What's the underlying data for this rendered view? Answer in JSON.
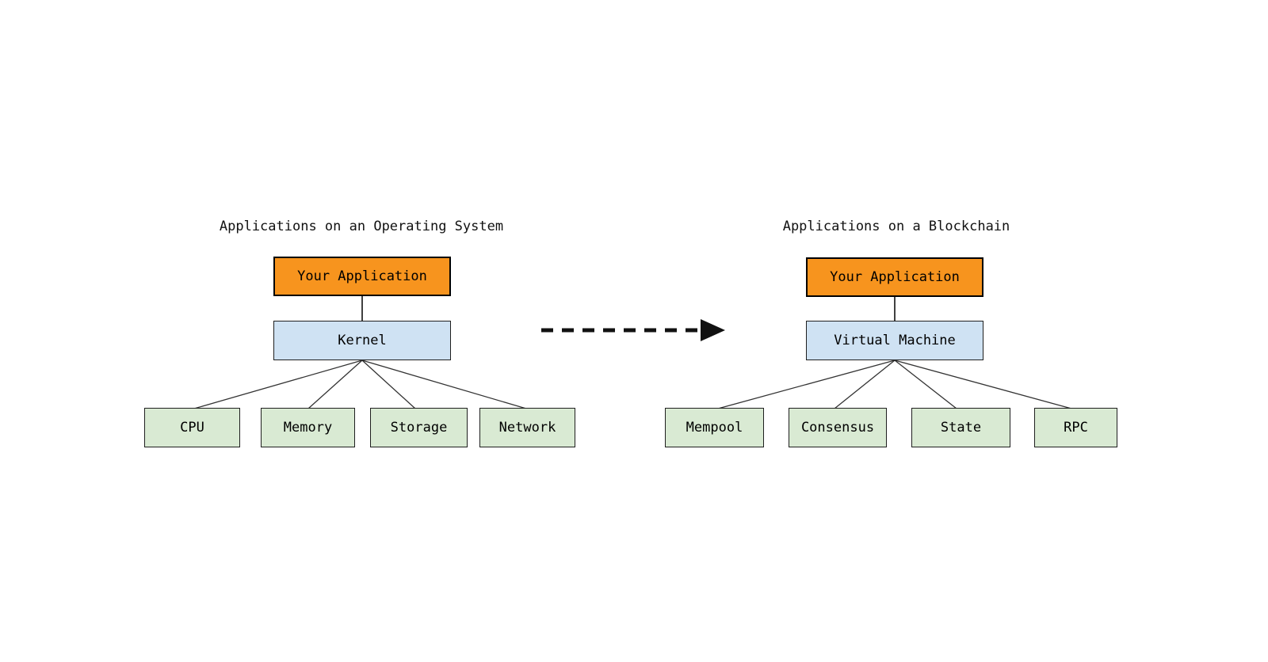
{
  "canvas": {
    "background": "#ffffff"
  },
  "colors": {
    "canvas_bg": "#ffffff",
    "app_fill": "#F7941E",
    "app_border": "#000000",
    "middleware_fill": "#CFE2F3",
    "component_fill": "#D9EAD3",
    "box_border": "#1f1f1f",
    "line_color": "#333333",
    "arrow_color": "#111111"
  },
  "left_diagram": {
    "title": "Applications on an Operating System",
    "app_box": {
      "label": "Your Application"
    },
    "middleware_box": {
      "label": "Kernel"
    },
    "components": [
      "CPU",
      "Memory",
      "Storage",
      "Network"
    ]
  },
  "right_diagram": {
    "title": "Applications on a Blockchain",
    "app_box": {
      "label": "Your Application"
    },
    "middleware_box": {
      "label": "Virtual Machine"
    },
    "components": [
      "Mempool",
      "Consensus",
      "State",
      "RPC"
    ]
  },
  "transition": {
    "icon": "dashed-right-arrow",
    "direction": "left-to-right"
  }
}
